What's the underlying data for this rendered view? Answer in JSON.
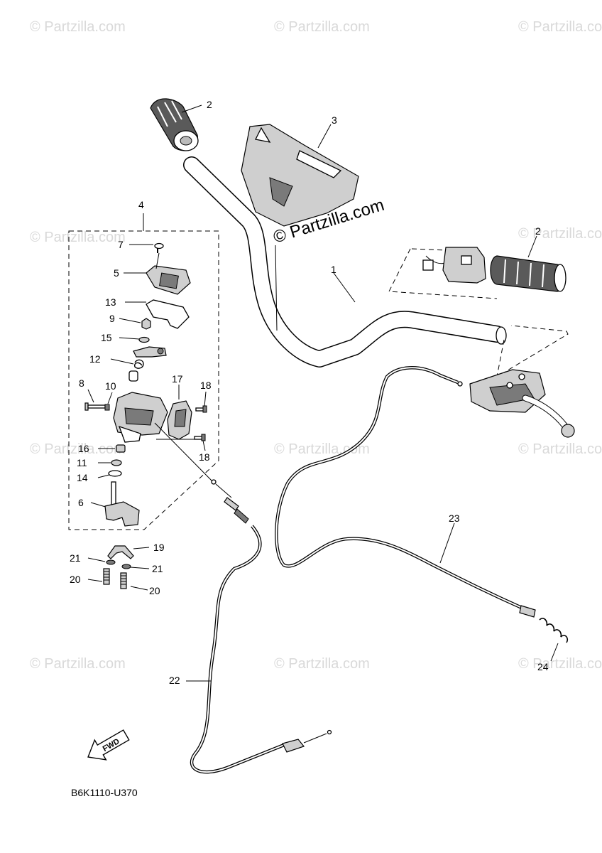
{
  "watermark": "© Partzilla.com",
  "diagram_code": "B6K1110-U370",
  "fwd_label": "FWD",
  "callouts": {
    "c1": "1",
    "c2a": "2",
    "c2b": "2",
    "c3": "3",
    "c4": "4",
    "c5": "5",
    "c6": "6",
    "c7": "7",
    "c8": "8",
    "c9": "9",
    "c10": "10",
    "c11": "11",
    "c12": "12",
    "c13": "13",
    "c14": "14",
    "c15": "15",
    "c16": "16",
    "c17": "17",
    "c18a": "18",
    "c18b": "18",
    "c19": "19",
    "c20a": "20",
    "c20b": "20",
    "c21a": "21",
    "c21b": "21",
    "c22": "22",
    "c23": "23",
    "c24": "24"
  }
}
